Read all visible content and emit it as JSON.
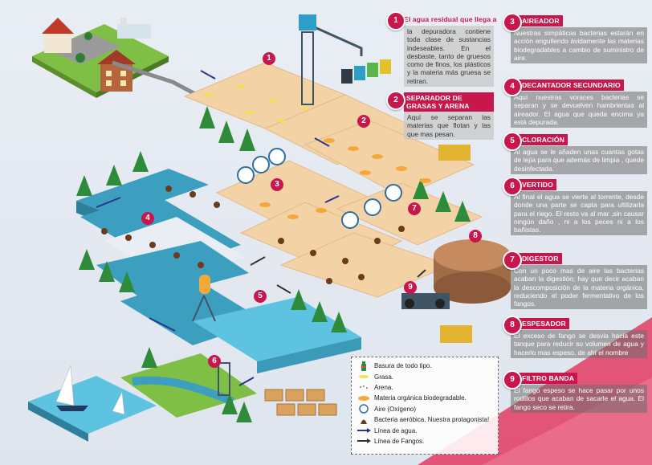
{
  "steps_left": [
    {
      "n": "1",
      "title": "El agua residual que llega a",
      "body": "la depuradora contiene toda clase de sustancias indeseables. En el desbaste, tanto de gruesos como de finos, los plásticos y la materia más gruesa se retiran."
    },
    {
      "n": "2",
      "title": "SEPARADOR DE GRASAS Y ARENA",
      "body": "Aquí se separan las materias que flotan y las que mas pesan."
    }
  ],
  "steps_right": [
    {
      "n": "3",
      "title": "AIREADOR",
      "body": "Nuestras simpáticas bacterias estarán en acción engullendo ávidamente las materias biodegradables a cambio de suministro de aire."
    },
    {
      "n": "4",
      "title": "DECANTADOR SECUNDARIO",
      "body": "Aquí nuestras voraces bacterias se separan y se devuelven hambrientas al aireador. El agua que queda encima ya está depurada."
    },
    {
      "n": "5",
      "title": "CLORACIÓN",
      "body": "Al agua se le añaden unas cuantas gotas de lejía para que además de limpia , quede desinfectada."
    },
    {
      "n": "6",
      "title": "VERTIDO",
      "body": "Al final el agua se vierte al torrente, desde donde una parte se capta para ultilizarla para el riego. El resto va al mar ,sin causar ningún daño , ni a los peces ni a los bañistas."
    },
    {
      "n": "7",
      "title": "DIGESTOR",
      "body": "Con un poco mas de aire las bacterias acaban la digestión; hay que decir acaban la descomposición de la materia orgánica, reduciendo el poder fermentativo de los fangos."
    },
    {
      "n": "8",
      "title": "ESPESADOR",
      "body": "El exceso de fango se desvia hacia este tanque para reducir su volumen de agua y hacerlo mas espeso, de ahí el nombre"
    },
    {
      "n": "9",
      "title": "FILTRO BANDA",
      "body": "El fango espeso se hace pasar por unos rodillos que acaban de sacarle el agua. El fango seco se retira."
    }
  ],
  "scene_markers": [
    "1",
    "2",
    "3",
    "4",
    "5",
    "6",
    "7",
    "8",
    "9"
  ],
  "legend": [
    {
      "icon": "bottle-icon",
      "label": "Basura de todo tipo."
    },
    {
      "icon": "grease-icon",
      "label": "Grasa."
    },
    {
      "icon": "sand-icon",
      "label": "Arena."
    },
    {
      "icon": "organic-matter-icon",
      "label": "Materia orgánica biodegradable."
    },
    {
      "icon": "air-icon",
      "label": "Aire (Oxígeno)"
    },
    {
      "icon": "bacteria-icon",
      "label": "Bacteria aeróbica. Nuestra protagonista!"
    },
    {
      "icon": "water-line-arrow-icon",
      "label": "Línea de agua."
    },
    {
      "icon": "sludge-line-arrow-icon",
      "label": "Línea de Fangos."
    }
  ],
  "colors": {
    "accent": "#c8174d",
    "water": "#3c9fc0",
    "tile": "#f3d3a6",
    "grass": "#6fb33b",
    "bacteria": "#6b3b1d",
    "water_arrow": "#2b3390",
    "sludge_arrow": "#333333"
  }
}
